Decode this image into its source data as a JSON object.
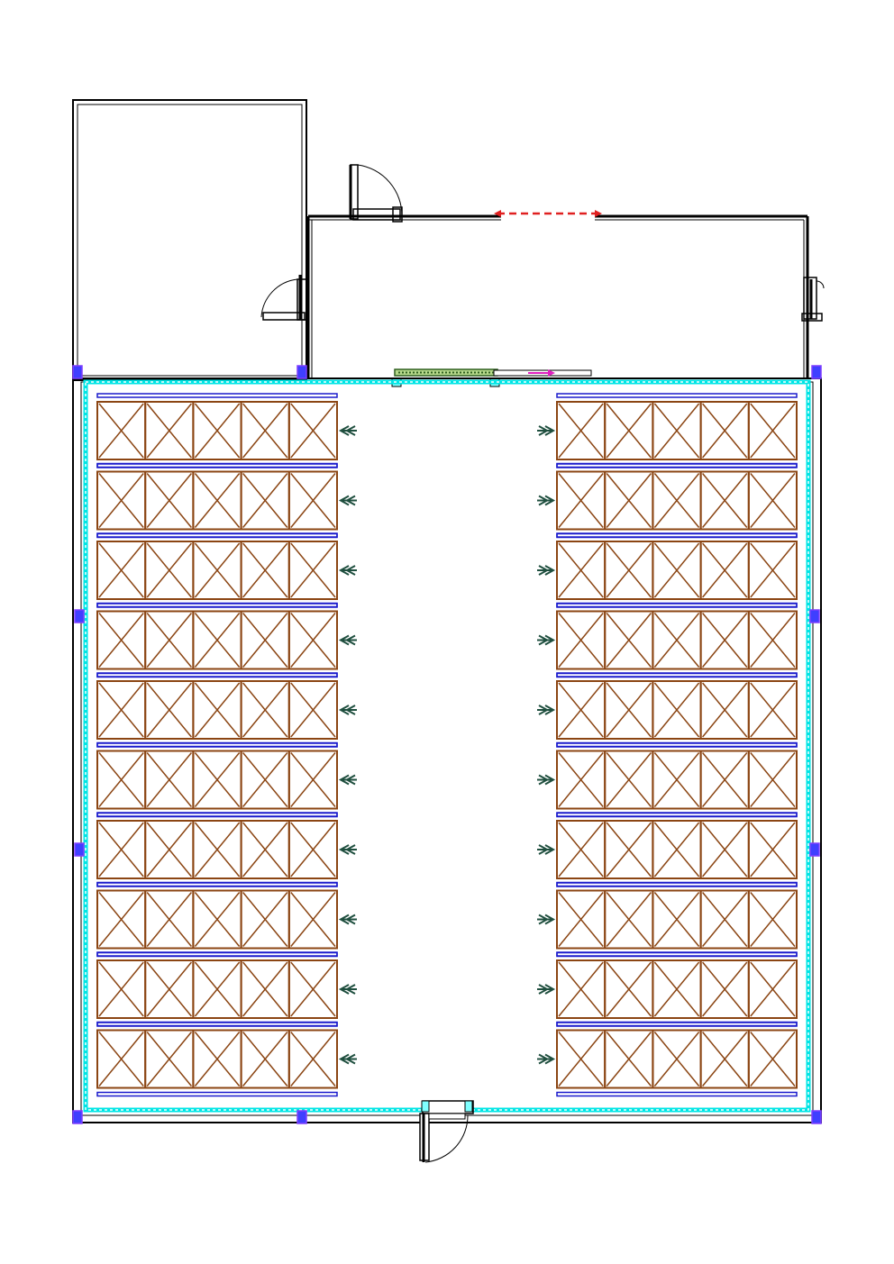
{
  "drawing": {
    "colors": {
      "wall": "#000000",
      "insulation": "#00e5e5",
      "column": "#7f3fff",
      "column_fill": "#3f3fff",
      "rack_frame": "#8b4513",
      "rack_rail": "#1a1acc",
      "arrow": "#1f4f3f",
      "slide_door": "#5a9e2f",
      "hatch_red": "#e02020",
      "hatch_magenta": "#e020c0"
    },
    "rack_rows_per_side": 10,
    "bays_per_rack": 5,
    "sides": [
      "left",
      "right"
    ]
  }
}
